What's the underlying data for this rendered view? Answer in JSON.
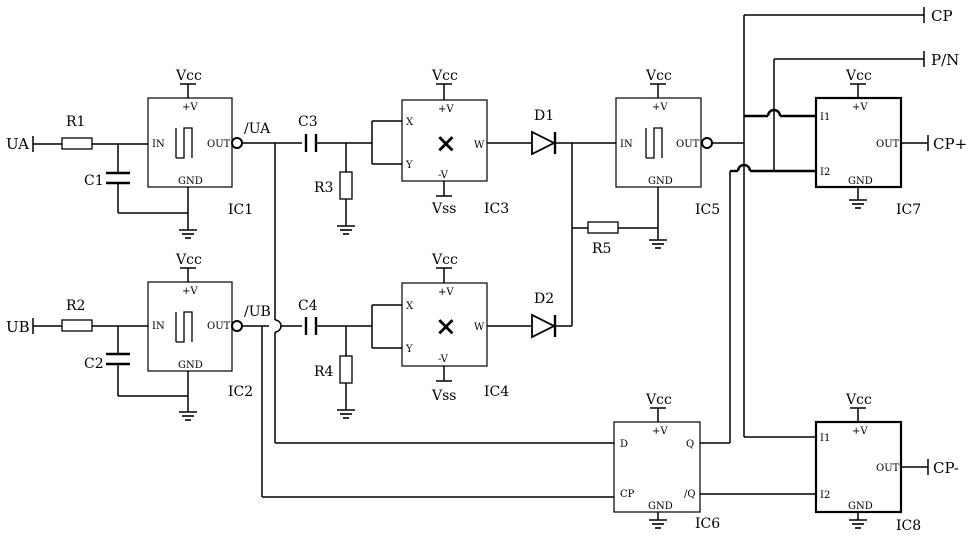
{
  "inputs": {
    "ua": "UA",
    "ub": "UB"
  },
  "outputs": {
    "cp": "CP",
    "pn": "P/N",
    "cp_plus": "CP+",
    "cp_minus": "CP-"
  },
  "nets": {
    "ua_inv": "/UA",
    "ub_inv": "/UB"
  },
  "components": {
    "r1": "R1",
    "r2": "R2",
    "r3": "R3",
    "r4": "R4",
    "r5": "R5",
    "c1": "C1",
    "c2": "C2",
    "c3": "C3",
    "c4": "C4",
    "d1": "D1",
    "d2": "D2"
  },
  "ics": {
    "ic1": "IC1",
    "ic2": "IC2",
    "ic3": "IC3",
    "ic4": "IC4",
    "ic5": "IC5",
    "ic6": "IC6",
    "ic7": "IC7",
    "ic8": "IC8"
  },
  "power": {
    "vcc": "Vcc",
    "vss": "Vss"
  },
  "pins": {
    "in": "IN",
    "out": "OUT",
    "vplus": "+V",
    "vminus": "-V",
    "gnd": "GND",
    "x": "X",
    "y": "Y",
    "w": "W",
    "d": "D",
    "cp": "CP",
    "q": "Q",
    "qbar": "/Q",
    "i1": "I1",
    "i2": "I2"
  },
  "symbols": {
    "multiply": "×"
  }
}
